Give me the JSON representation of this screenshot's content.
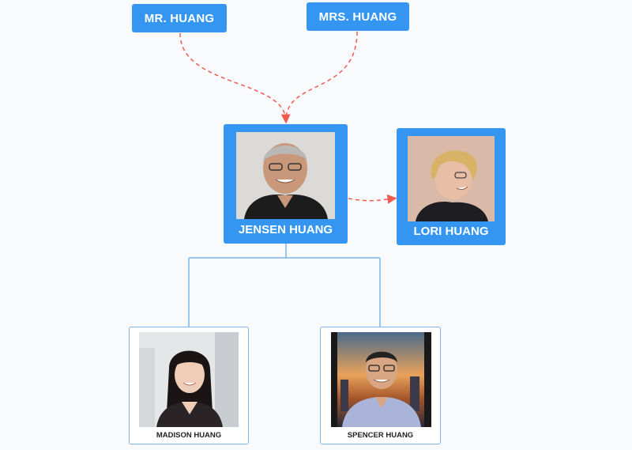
{
  "parents": {
    "father": {
      "name": "MR. HUANG"
    },
    "mother": {
      "name": "MRS. HUANG"
    }
  },
  "main": {
    "name": "JENSEN HUANG",
    "photo_icon": "portrait-photo"
  },
  "spouse": {
    "name": "LORI HUANG",
    "photo_icon": "portrait-photo"
  },
  "children": [
    {
      "name": "MADISON HUANG",
      "photo_icon": "portrait-photo"
    },
    {
      "name": "SPENCER HUANG",
      "photo_icon": "portrait-photo"
    }
  ],
  "colors": {
    "box_blue": "#3596f2",
    "dashed_link": "#ef5b4f",
    "tree_line": "#7ab6ec",
    "background": "#f8fafc"
  }
}
